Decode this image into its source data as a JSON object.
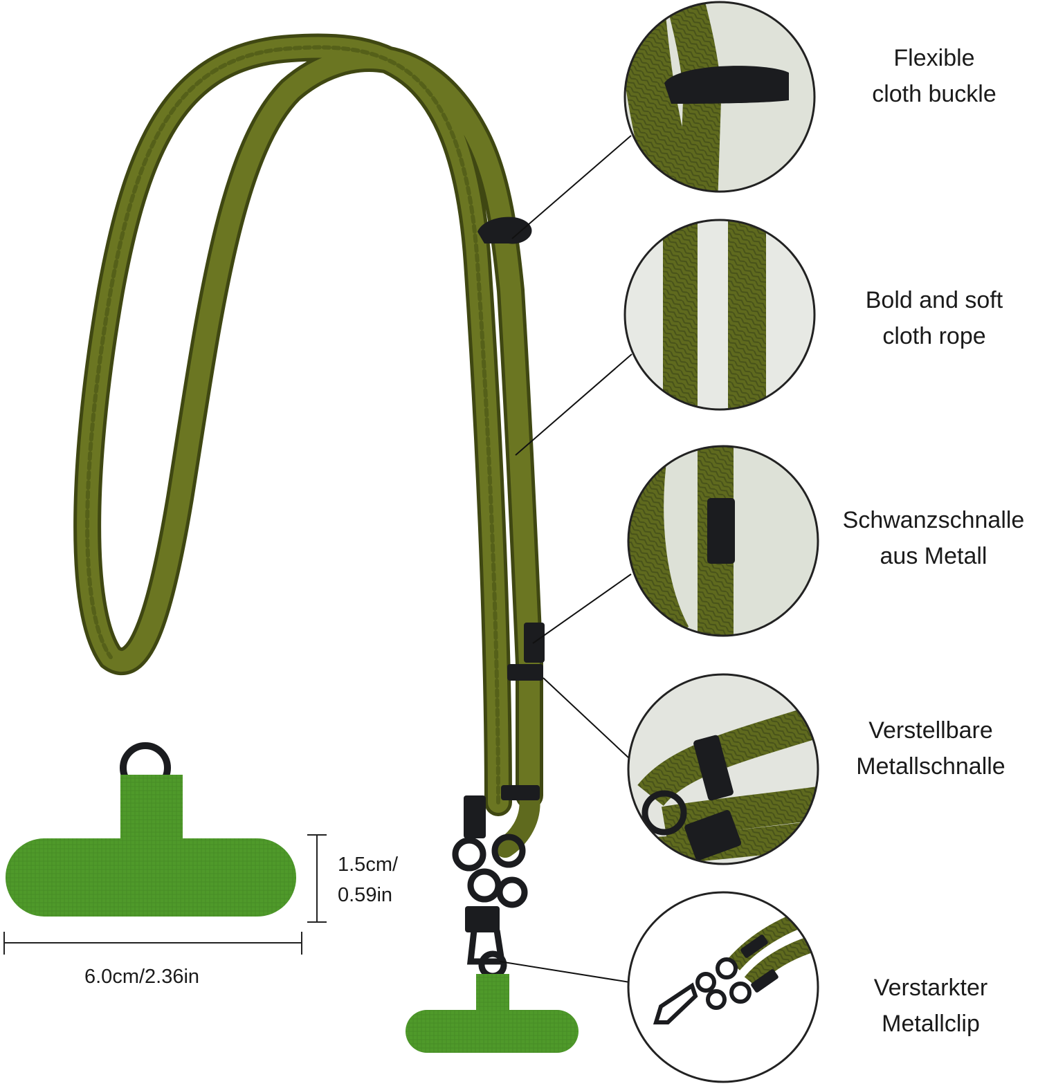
{
  "features": [
    {
      "line1": "Flexible",
      "line2": "cloth buckle"
    },
    {
      "line1": "Bold and soft",
      "line2": "cloth rope"
    },
    {
      "line1": "Schwanzschnalle",
      "line2": "aus Metall"
    },
    {
      "line1": "Verstellbare",
      "line2": "Metallschnalle"
    },
    {
      "line1": "Verstarkter",
      "line2": "Metallclip"
    }
  ],
  "dimensions": {
    "height_line1": "1.5cm/",
    "height_line2": "0.59in",
    "width": "6.0cm/2.36in"
  },
  "colors": {
    "rope": "#5f6a1e",
    "rope_dark": "#3f4712",
    "patch": "#4f9a2a",
    "hardware": "#1b1c1f",
    "circle_border": "#222222"
  }
}
